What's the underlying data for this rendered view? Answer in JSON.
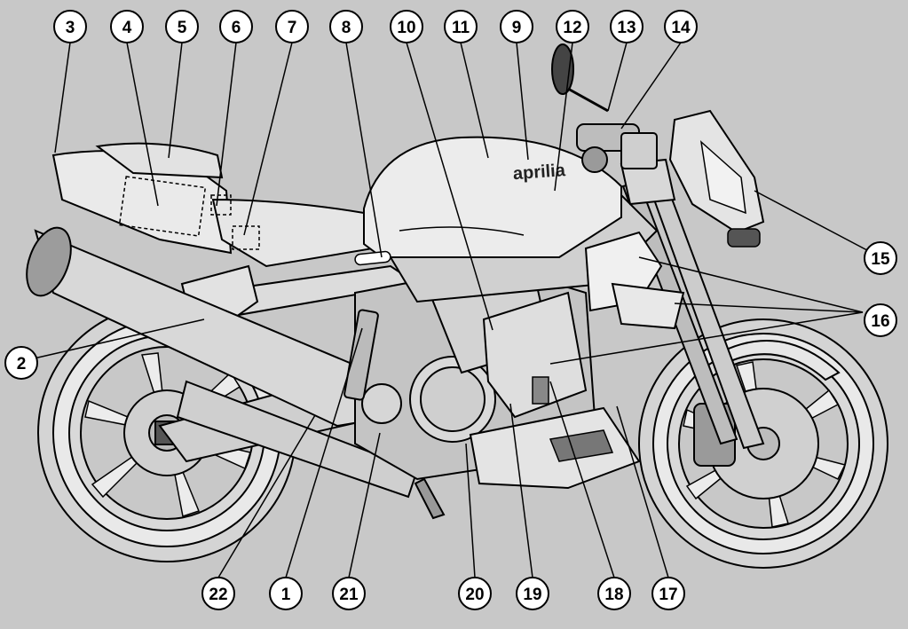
{
  "diagram": {
    "logo_text": "aprilia",
    "colors": {
      "background": "#c8c8c8",
      "outline": "#000000",
      "body_fill": "#eeeeee",
      "mid_fill": "#d6d6d6",
      "dark_fill": "#777777"
    },
    "callouts": [
      {
        "id": "c1",
        "label": "1"
      },
      {
        "id": "c2",
        "label": "2"
      },
      {
        "id": "c3",
        "label": "3"
      },
      {
        "id": "c4",
        "label": "4"
      },
      {
        "id": "c5",
        "label": "5"
      },
      {
        "id": "c6",
        "label": "6"
      },
      {
        "id": "c7",
        "label": "7"
      },
      {
        "id": "c8",
        "label": "8"
      },
      {
        "id": "c9",
        "label": "9"
      },
      {
        "id": "c10",
        "label": "10"
      },
      {
        "id": "c11",
        "label": "11"
      },
      {
        "id": "c12",
        "label": "12"
      },
      {
        "id": "c13",
        "label": "13"
      },
      {
        "id": "c14",
        "label": "14"
      },
      {
        "id": "c15",
        "label": "15"
      },
      {
        "id": "c16",
        "label": "16"
      },
      {
        "id": "c17",
        "label": "17"
      },
      {
        "id": "c18",
        "label": "18"
      },
      {
        "id": "c19",
        "label": "19"
      },
      {
        "id": "c20",
        "label": "20"
      },
      {
        "id": "c21",
        "label": "21"
      },
      {
        "id": "c22",
        "label": "22"
      }
    ]
  }
}
